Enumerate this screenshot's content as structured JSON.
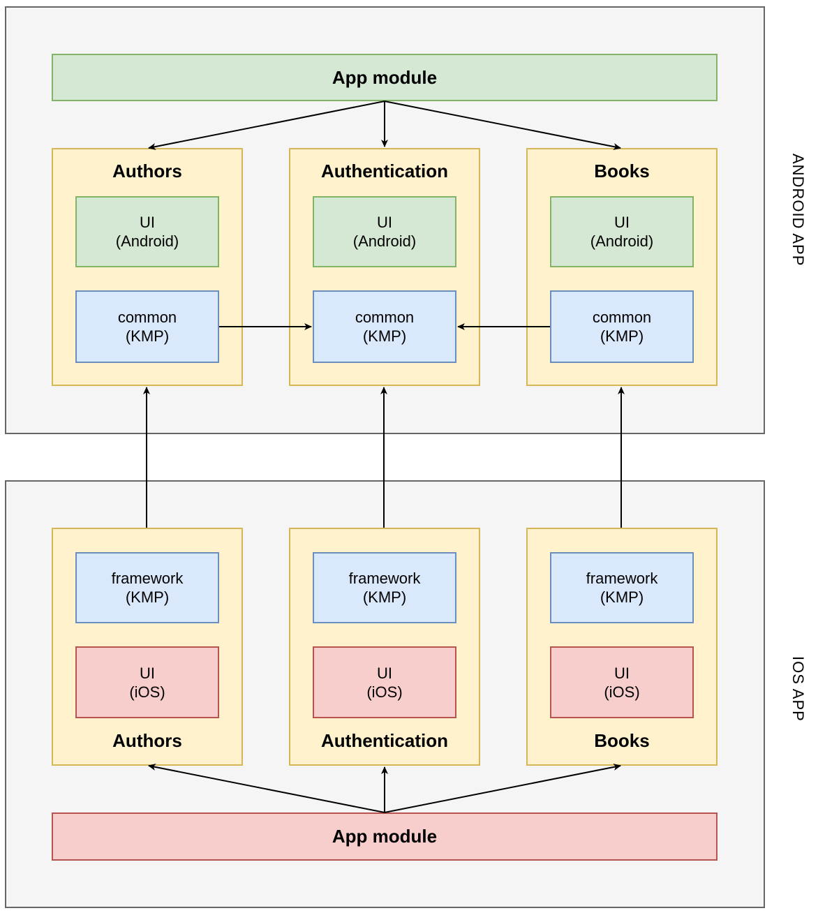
{
  "android": {
    "section_label": "ANDROID APP",
    "app_module": "App module",
    "modules": [
      {
        "title": "Authors",
        "ui_line1": "UI",
        "ui_line2": "(Android)",
        "common_line1": "common",
        "common_line2": "(KMP)"
      },
      {
        "title": "Authentication",
        "ui_line1": "UI",
        "ui_line2": "(Android)",
        "common_line1": "common",
        "common_line2": "(KMP)"
      },
      {
        "title": "Books",
        "ui_line1": "UI",
        "ui_line2": "(Android)",
        "common_line1": "common",
        "common_line2": "(KMP)"
      }
    ]
  },
  "ios": {
    "section_label": "IOS APP",
    "app_module": "App module",
    "modules": [
      {
        "title": "Authors",
        "framework_line1": "framework",
        "framework_line2": "(KMP)",
        "ui_line1": "UI",
        "ui_line2": "(iOS)"
      },
      {
        "title": "Authentication",
        "framework_line1": "framework",
        "framework_line2": "(KMP)",
        "ui_line1": "UI",
        "ui_line2": "(iOS)"
      },
      {
        "title": "Books",
        "framework_line1": "framework",
        "framework_line2": "(KMP)",
        "ui_line1": "UI",
        "ui_line2": "(iOS)"
      }
    ]
  },
  "colors": {
    "panel_fill": "#f5f5f5",
    "module_fill": "#fff2cc",
    "android_green": "#d5e8d4",
    "kmp_blue": "#dae8fc",
    "ios_red": "#f8cecc"
  }
}
